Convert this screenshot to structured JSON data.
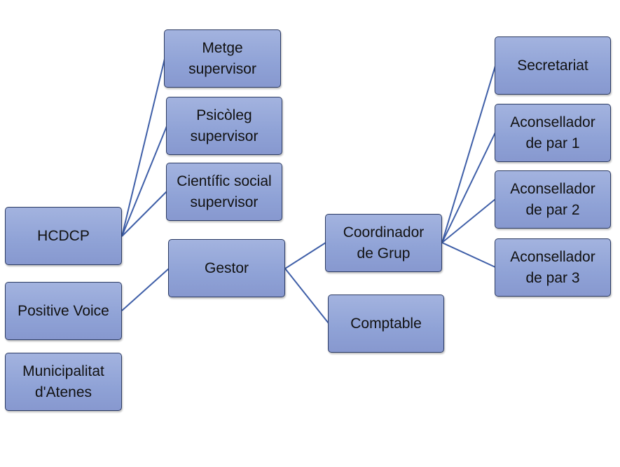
{
  "nodes": {
    "hcdcp": "HCDCP",
    "positive_voice": "Positive Voice",
    "municipalitat": "Municipalitat\nd'Atenes",
    "metge": "Metge\nsupervisor",
    "psicoleg": "Psicòleg\nsupervisor",
    "cientific": "Científic social\nsupervisor",
    "gestor": "Gestor",
    "coordinador": "Coordinador\nde Grup",
    "comptable": "Comptable",
    "secretariat": "Secretariat",
    "aconsellador1": "Aconsellador\nde par 1",
    "aconsellador2": "Aconsellador\nde par 2",
    "aconsellador3": "Aconsellador\nde par 3"
  },
  "colors": {
    "node_fill": "#8fa2d6",
    "node_border": "#2c3b63",
    "connector": "#3f5fa8"
  }
}
